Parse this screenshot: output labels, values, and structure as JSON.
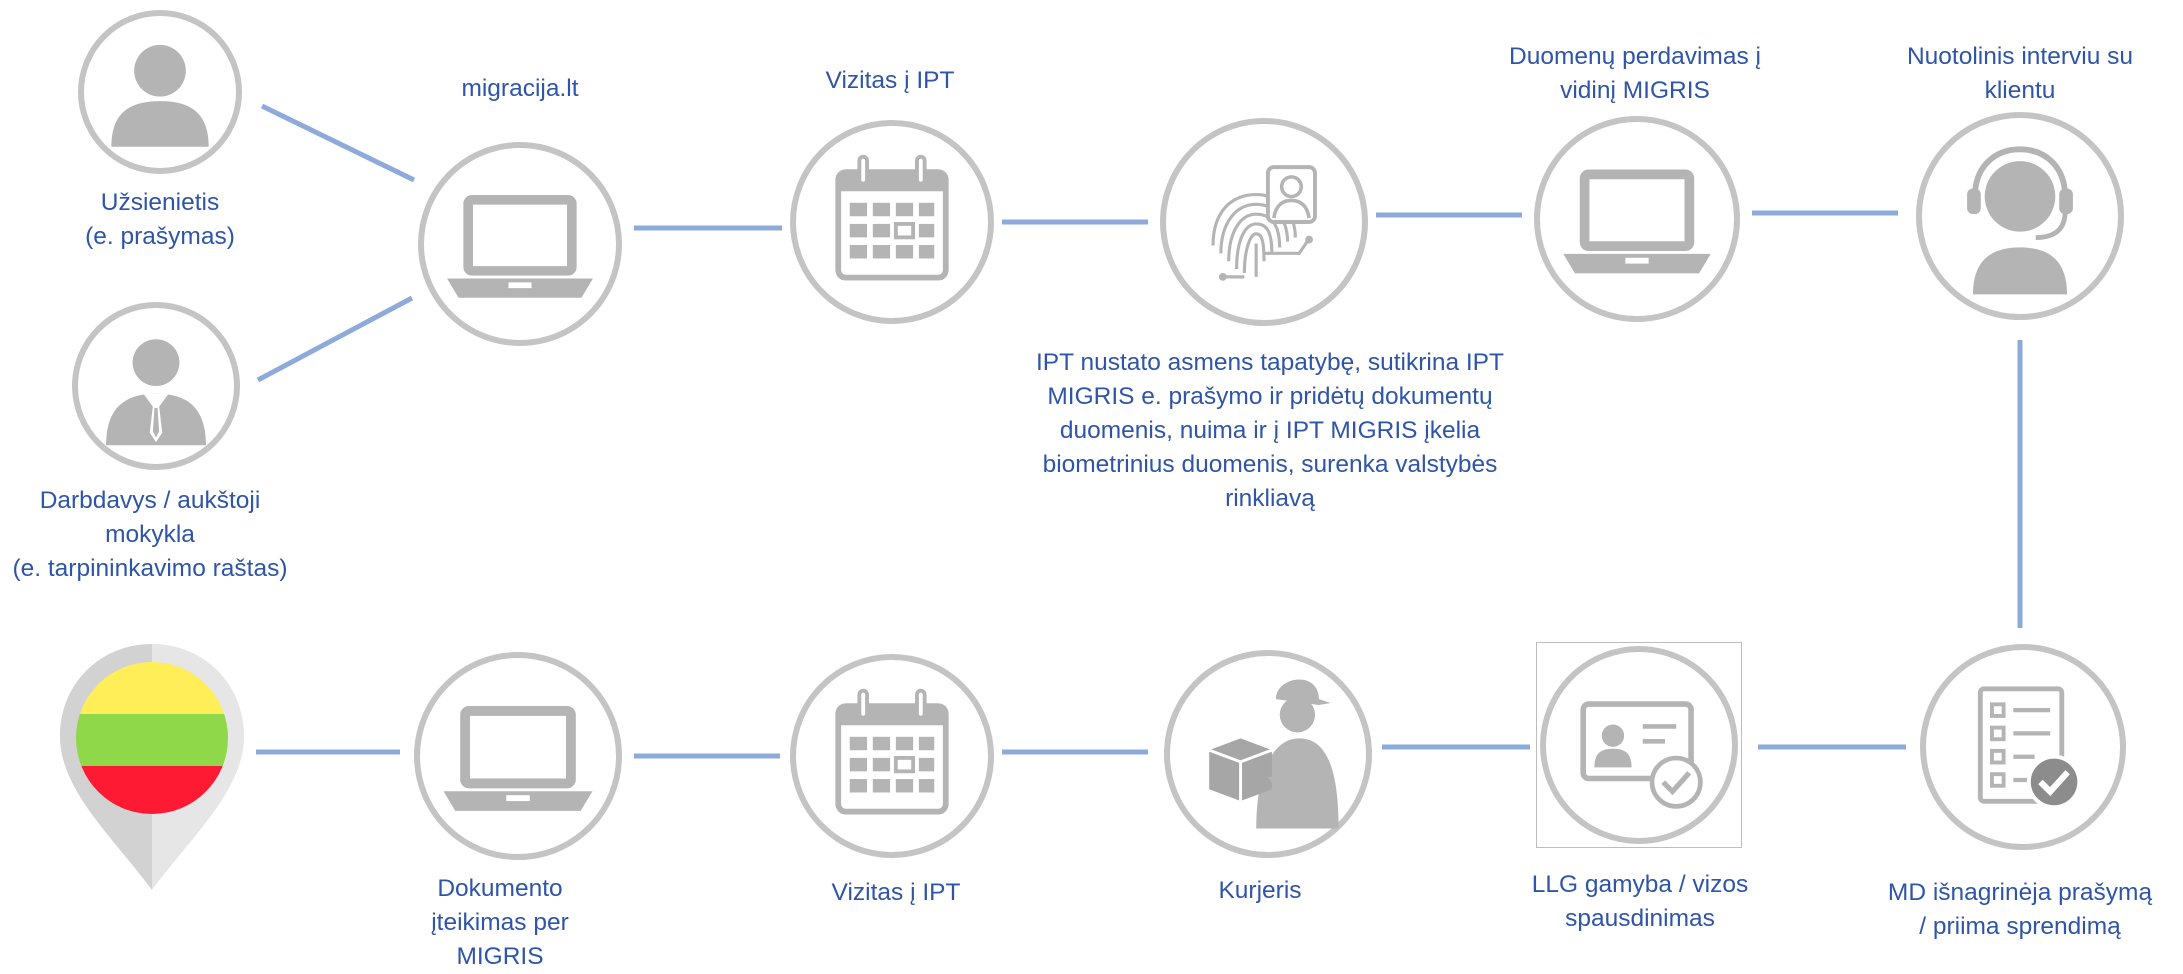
{
  "colors": {
    "text": "#2f55a8",
    "connector": "#8eaadb",
    "node_border": "#c4c4c4",
    "icon_gray": "#b4b4b4",
    "flag": [
      "#ffee58",
      "#8ed84a",
      "#ff1a33"
    ]
  },
  "nodes": {
    "foreigner": {
      "icon": "person-icon",
      "lines": [
        "Užsienietis",
        "(e. prašymas)"
      ]
    },
    "employer": {
      "icon": "businessman-icon",
      "lines": [
        "Darbdavys / aukštoji",
        "mokykla",
        "(e. tarpininkavimo raštas)"
      ]
    },
    "migracija": {
      "icon": "laptop-icon",
      "lines": [
        "migracija.lt"
      ]
    },
    "visit_top": {
      "icon": "calendar-icon",
      "lines": [
        "Vizitas į IPT"
      ]
    },
    "identity": {
      "icon": "fingerprint-icon",
      "lines": [
        "IPT nustato asmens tapatybę, sutikrina IPT",
        "MIGRIS e. prašymo ir pridėtų dokumentų",
        "duomenis, nuima ir į IPT MIGRIS įkelia",
        "biometrinius duomenis, surenka valstybės",
        "rinkliavą"
      ]
    },
    "transfer": {
      "icon": "laptop-icon",
      "lines": [
        "Duomenų perdavimas į",
        "vidinį MIGRIS"
      ]
    },
    "interview": {
      "icon": "headset-icon",
      "lines": [
        "Nuotolinis interviu su",
        "klientu"
      ]
    },
    "decision": {
      "icon": "checklist-icon",
      "lines": [
        "MD išnagrinėja prašymą",
        "/ priima sprendimą"
      ]
    },
    "production": {
      "icon": "id-card-icon",
      "lines": [
        "LLG gamyba / vizos",
        "spausdinimas"
      ]
    },
    "courier": {
      "icon": "courier-icon",
      "lines": [
        "Kurjeris"
      ]
    },
    "visit_bottom": {
      "icon": "calendar-icon",
      "lines": [
        "Vizitas į IPT"
      ]
    },
    "delivery": {
      "icon": "laptop-icon",
      "lines": [
        "Dokumento",
        "įteikimas per",
        "MIGRIS"
      ]
    },
    "lithuania": {
      "icon": "lithuania-flag-pin-icon",
      "lines": []
    }
  }
}
